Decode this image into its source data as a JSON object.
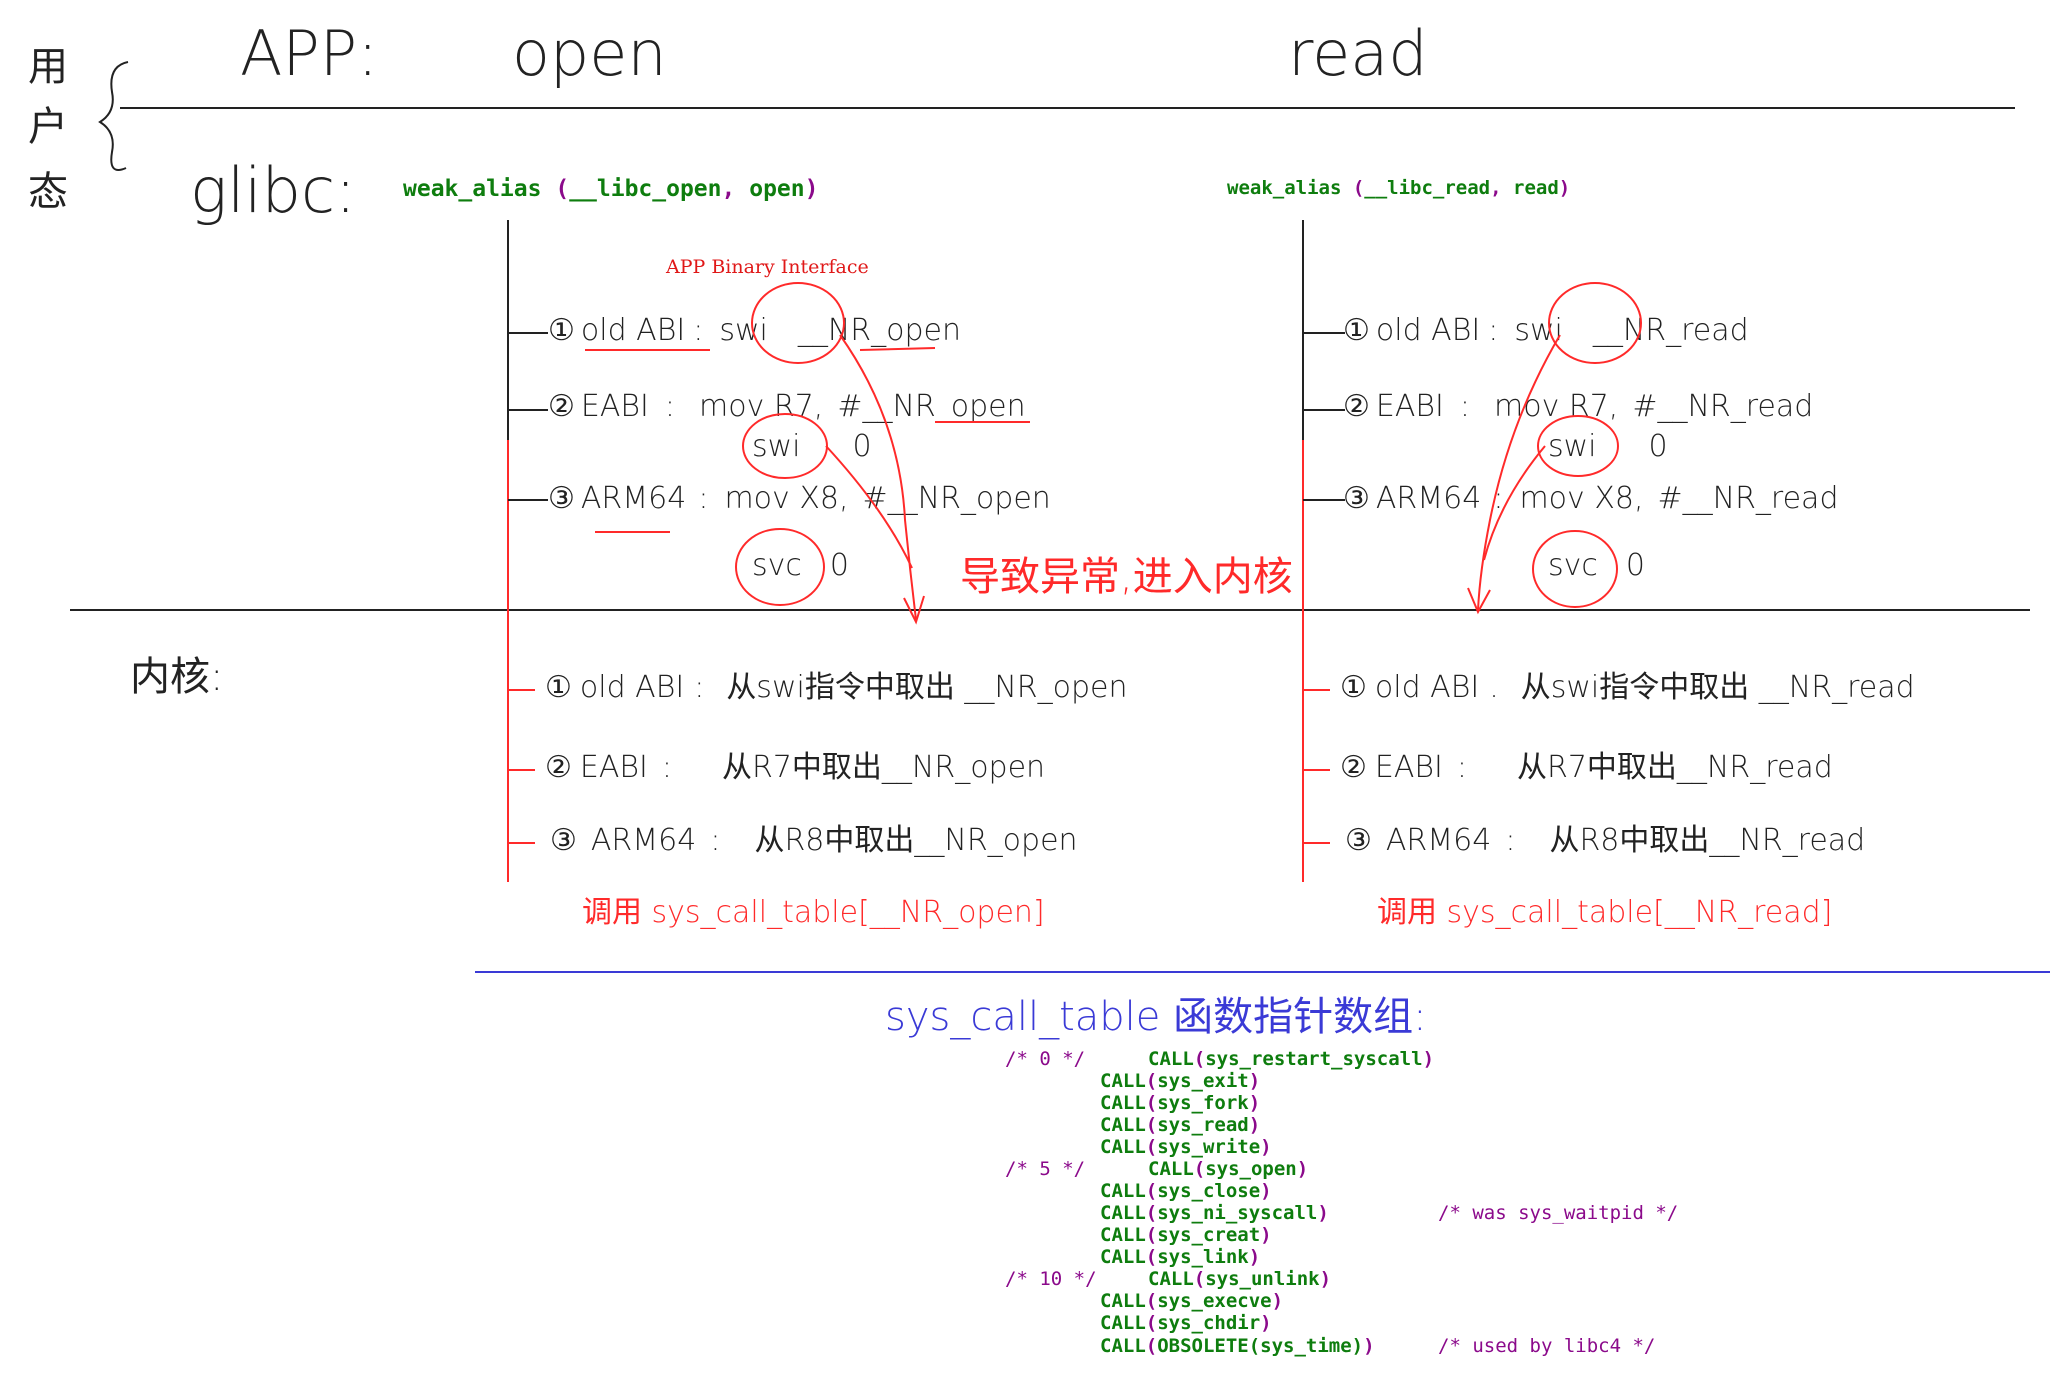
{
  "labels": {
    "user_mode": "用户态",
    "kernel": "内核:",
    "app_label": "APP:",
    "app_open": "open",
    "app_read": "read",
    "glibc_label": "glibc:"
  },
  "left": {
    "weak_alias": {
      "kw": "weak_alias",
      "open_paren": " (",
      "arg1": "__libc_open",
      "comma": ", ",
      "arg2": "open",
      "close_paren": ")"
    },
    "abi_note": "APP Binary Interface",
    "user_steps": [
      {
        "num": "①",
        "name": "old ABI",
        "sep": ":",
        "instr": "swi",
        "arg": "__NR_open"
      },
      {
        "num": "②",
        "name": "EABI",
        "sep": ":",
        "instr": "mov R7,",
        "arg": "#__NR_open"
      },
      {
        "num": "",
        "name": "",
        "sep": "",
        "instr": "swi",
        "arg": "0"
      },
      {
        "num": "③",
        "name": "ARM64",
        "sep": ":",
        "instr": "mov X8,",
        "arg": "#__NR_open"
      },
      {
        "num": "",
        "name": "",
        "sep": "",
        "instr": "svc",
        "arg": "0"
      }
    ],
    "exception_note": "导致异常,进入内核",
    "kernel_steps": [
      {
        "num": "①",
        "name": "old ABI",
        "sep": ":",
        "text": "从swi指令中取出 __NR_open"
      },
      {
        "num": "②",
        "name": "EABI",
        "sep": ":",
        "text": "从R7中取出__NR_open"
      },
      {
        "num": "③",
        "name": "ARM64",
        "sep": ":",
        "text": "从R8中取出__NR_open"
      }
    ],
    "call_line": "调用 sys_call_table[__NR_open]"
  },
  "right": {
    "weak_alias": {
      "kw": "weak_alias",
      "open_paren": " (",
      "arg1": "__libc_read",
      "comma": ", ",
      "arg2": "read",
      "close_paren": ")"
    },
    "user_steps": [
      {
        "num": "①",
        "name": "old ABI",
        "sep": ":",
        "instr": "swi",
        "arg": "__NR_read"
      },
      {
        "num": "②",
        "name": "EABI",
        "sep": ":",
        "instr": "mov R7,",
        "arg": "#__NR_read"
      },
      {
        "num": "",
        "name": "",
        "sep": "",
        "instr": "swi",
        "arg": "0"
      },
      {
        "num": "③",
        "name": "ARM64",
        "sep": ":",
        "instr": "mov X8,",
        "arg": "#__NR_read"
      },
      {
        "num": "",
        "name": "",
        "sep": "",
        "instr": "svc",
        "arg": "0"
      }
    ],
    "kernel_steps": [
      {
        "num": "①",
        "name": "old ABI",
        "sep": ".",
        "text": "从swi指令中取出 __NR_read"
      },
      {
        "num": "②",
        "name": "EABI",
        "sep": ":",
        "text": "从R7中取出__NR_read"
      },
      {
        "num": "③",
        "name": "ARM64",
        "sep": ":",
        "text": "从R8中取出__NR_read"
      }
    ],
    "call_line": "调用 sys_call_table[__NR_read]"
  },
  "table": {
    "title": "sys_call_table 函数指针数组:",
    "rows": [
      {
        "comment": "/* 0 */",
        "call": "CALL",
        "open": "(",
        "fn": "sys_restart_syscall",
        "close": ")",
        "note": ""
      },
      {
        "comment": "",
        "call": "CALL",
        "open": "(",
        "fn": "sys_exit",
        "close": ")",
        "note": ""
      },
      {
        "comment": "",
        "call": "CALL",
        "open": "(",
        "fn": "sys_fork",
        "close": ")",
        "note": ""
      },
      {
        "comment": "",
        "call": "CALL",
        "open": "(",
        "fn": "sys_read",
        "close": ")",
        "note": ""
      },
      {
        "comment": "",
        "call": "CALL",
        "open": "(",
        "fn": "sys_write",
        "close": ")",
        "note": ""
      },
      {
        "comment": "/* 5 */",
        "call": "CALL",
        "open": "(",
        "fn": "sys_open",
        "close": ")",
        "note": ""
      },
      {
        "comment": "",
        "call": "CALL",
        "open": "(",
        "fn": "sys_close",
        "close": ")",
        "note": ""
      },
      {
        "comment": "",
        "call": "CALL",
        "open": "(",
        "fn": "sys_ni_syscall",
        "close": ")",
        "note": "/* was sys_waitpid */"
      },
      {
        "comment": "",
        "call": "CALL",
        "open": "(",
        "fn": "sys_creat",
        "close": ")",
        "note": ""
      },
      {
        "comment": "",
        "call": "CALL",
        "open": "(",
        "fn": "sys_link",
        "close": ")",
        "note": ""
      },
      {
        "comment": "/* 10 */",
        "call": "CALL",
        "open": "(",
        "fn": "sys_unlink",
        "close": ")",
        "note": ""
      },
      {
        "comment": "",
        "call": "CALL",
        "open": "(",
        "fn": "sys_execve",
        "close": ")",
        "note": ""
      },
      {
        "comment": "",
        "call": "CALL",
        "open": "(",
        "fn": "sys_chdir",
        "close": ")",
        "note": ""
      },
      {
        "comment": "",
        "call": "CALL",
        "open": "(",
        "fn": "OBSOLETE(sys_time)",
        "close": ")",
        "note": "/* used by libc4 */"
      }
    ]
  },
  "colors": {
    "ink": "#222222",
    "red": "#ff2a2a",
    "blue": "#3a3ad6",
    "green": "#0e7d0e",
    "purple": "#8b0a8b"
  }
}
